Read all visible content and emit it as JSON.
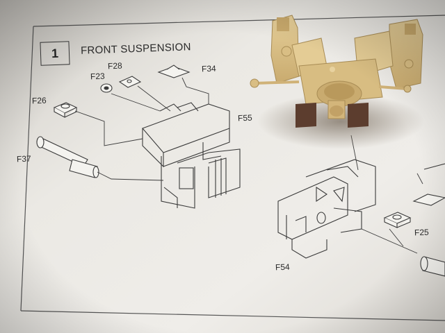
{
  "instruction_sheet": {
    "step_number": "1",
    "step_title": "FRONT SUSPENSION",
    "part_labels": {
      "f28": "F28",
      "f34": "F34",
      "f23": "F23",
      "f26": "F26",
      "f55": "F55",
      "f37": "F37",
      "f25": "F25",
      "f54": "F54"
    }
  },
  "photo": {
    "subject": "assembled beige plastic front suspension model part",
    "colors": {
      "paper": "#efede9",
      "shadow": "#b9b5ae",
      "plastic": "#d9c08a",
      "plastic_shade": "#b89a5f",
      "line": "#3a3a3a"
    }
  }
}
